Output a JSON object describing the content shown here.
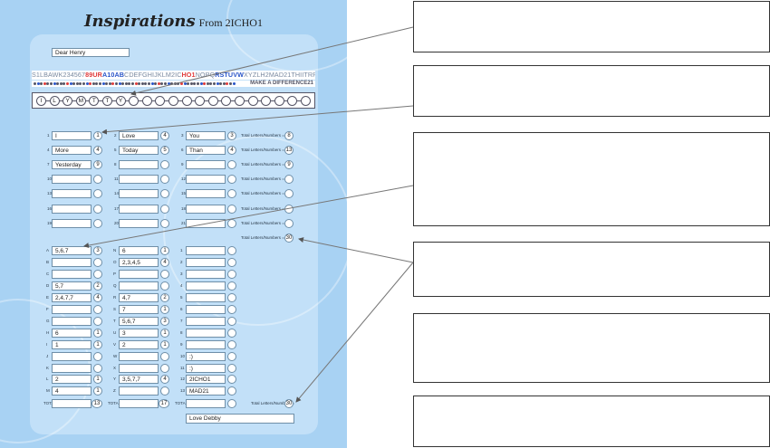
{
  "title": {
    "script": "Inspirations",
    "from": "From 2ICHO1"
  },
  "greeting": "Dear Henry",
  "signoff": "Love Debby",
  "cipher": {
    "text": "S1LBAWK23456789URA10ABCDEFGHIJKLM2ICHO1NOPQRSTUVWXYZLH2MAD21THIITRP1",
    "slogan": "MAKE A DIFFERENCE21"
  },
  "strip": [
    "I",
    "L",
    "Y",
    "M",
    "T",
    "T",
    "Y",
    "",
    "",
    "",
    "",
    "",
    "",
    "",
    "",
    "",
    "",
    "",
    "",
    "",
    ""
  ],
  "words": [
    {
      "n": "1",
      "w": "I",
      "c": "1"
    },
    {
      "n": "2",
      "w": "Love",
      "c": "4"
    },
    {
      "n": "3",
      "w": "You",
      "c": "3"
    },
    {
      "n": "4",
      "w": "More",
      "c": "4"
    },
    {
      "n": "5",
      "w": "Today",
      "c": "5"
    },
    {
      "n": "6",
      "w": "Than",
      "c": "4"
    },
    {
      "n": "7",
      "w": "Yesterday",
      "c": "9"
    },
    {
      "n": "8",
      "w": "",
      "c": ""
    },
    {
      "n": "9",
      "w": "",
      "c": ""
    },
    {
      "n": "10",
      "w": "",
      "c": ""
    },
    {
      "n": "11",
      "w": "",
      "c": ""
    },
    {
      "n": "12",
      "w": "",
      "c": ""
    },
    {
      "n": "13",
      "w": "",
      "c": ""
    },
    {
      "n": "14",
      "w": "",
      "c": ""
    },
    {
      "n": "15",
      "w": "",
      "c": ""
    },
    {
      "n": "16",
      "w": "",
      "c": ""
    },
    {
      "n": "17",
      "w": "",
      "c": ""
    },
    {
      "n": "18",
      "w": "",
      "c": ""
    },
    {
      "n": "19",
      "w": "",
      "c": ""
    },
    {
      "n": "20",
      "w": "",
      "c": ""
    },
    {
      "n": "21",
      "w": "",
      "c": ""
    }
  ],
  "row_total_label": "Total Letters/Numbers =",
  "row_totals": [
    "8",
    "13",
    "9",
    "",
    "",
    "",
    "",
    ""
  ],
  "letters_col1": [
    {
      "k": "A",
      "v": "5,6,7",
      "c": "3"
    },
    {
      "k": "B",
      "v": "",
      "c": ""
    },
    {
      "k": "C",
      "v": "",
      "c": ""
    },
    {
      "k": "D",
      "v": "5,7",
      "c": "2"
    },
    {
      "k": "E",
      "v": "2,4,7,7",
      "c": "4"
    },
    {
      "k": "F",
      "v": "",
      "c": ""
    },
    {
      "k": "G",
      "v": "",
      "c": ""
    },
    {
      "k": "H",
      "v": "6",
      "c": "1"
    },
    {
      "k": "I",
      "v": "1",
      "c": "1"
    },
    {
      "k": "J",
      "v": "",
      "c": ""
    },
    {
      "k": "K",
      "v": "",
      "c": ""
    },
    {
      "k": "L",
      "v": "2",
      "c": "1"
    },
    {
      "k": "M",
      "v": "4",
      "c": "1"
    }
  ],
  "letters_col2": [
    {
      "k": "N",
      "v": "6",
      "c": "1"
    },
    {
      "k": "O",
      "v": "2,3,4,5",
      "c": "4"
    },
    {
      "k": "P",
      "v": "",
      "c": ""
    },
    {
      "k": "Q",
      "v": "",
      "c": ""
    },
    {
      "k": "R",
      "v": "4,7",
      "c": "2"
    },
    {
      "k": "S",
      "v": "7",
      "c": "1"
    },
    {
      "k": "T",
      "v": "5,6,7",
      "c": "3"
    },
    {
      "k": "U",
      "v": "3",
      "c": "1"
    },
    {
      "k": "V",
      "v": "2",
      "c": "1"
    },
    {
      "k": "W",
      "v": "",
      "c": ""
    },
    {
      "k": "X",
      "v": "",
      "c": ""
    },
    {
      "k": "Y",
      "v": "3,5,7,7",
      "c": "4"
    },
    {
      "k": "Z",
      "v": "",
      "c": ""
    }
  ],
  "numbers_col": [
    {
      "k": "1",
      "v": ""
    },
    {
      "k": "2",
      "v": ""
    },
    {
      "k": "3",
      "v": ""
    },
    {
      "k": "4",
      "v": ""
    },
    {
      "k": "5",
      "v": ""
    },
    {
      "k": "6",
      "v": ""
    },
    {
      "k": "7",
      "v": ""
    },
    {
      "k": "8",
      "v": ""
    },
    {
      "k": "9",
      "v": ""
    },
    {
      "k": "10",
      "v": ":)"
    },
    {
      "k": "11",
      "v": ":)"
    },
    {
      "k": "12",
      "v": "2ICHO1"
    },
    {
      "k": "13",
      "v": "MAD21"
    }
  ],
  "bottom": {
    "total_label_left": "TOTAL",
    "total_col1": "13",
    "total_label_mid": "TOTAL",
    "total_col2": "17",
    "total_label_right": "TOTAL",
    "grand_label": "Total Letters/Numbers =",
    "grand_total": "30"
  },
  "colors": {
    "sheet": "#a8d2f3",
    "panel": "#c2e0f8",
    "accent_red": "#e03a3a",
    "accent_blue": "#2a55c8"
  }
}
